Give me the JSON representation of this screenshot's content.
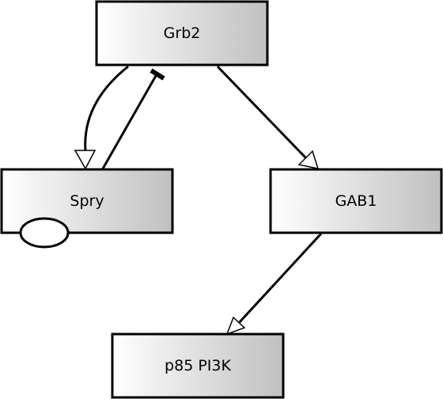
{
  "diagram": {
    "nodes": {
      "grb2": {
        "label": "Grb2"
      },
      "spry": {
        "label": "Spry"
      },
      "gab1": {
        "label": "GAB1"
      },
      "p85": {
        "label": "p85 PI3K"
      }
    },
    "edges": [
      {
        "from": "Grb2",
        "to": "Spry",
        "type": "activation"
      },
      {
        "from": "Spry",
        "to": "Grb2",
        "type": "inhibition"
      },
      {
        "from": "Grb2",
        "to": "GAB1",
        "type": "activation"
      },
      {
        "from": "GAB1",
        "to": "p85 PI3K",
        "type": "activation"
      }
    ],
    "colors": {
      "node_gradient_start": "#ffffff",
      "node_gradient_end": "#c0c0c0",
      "stroke": "#000000"
    }
  }
}
